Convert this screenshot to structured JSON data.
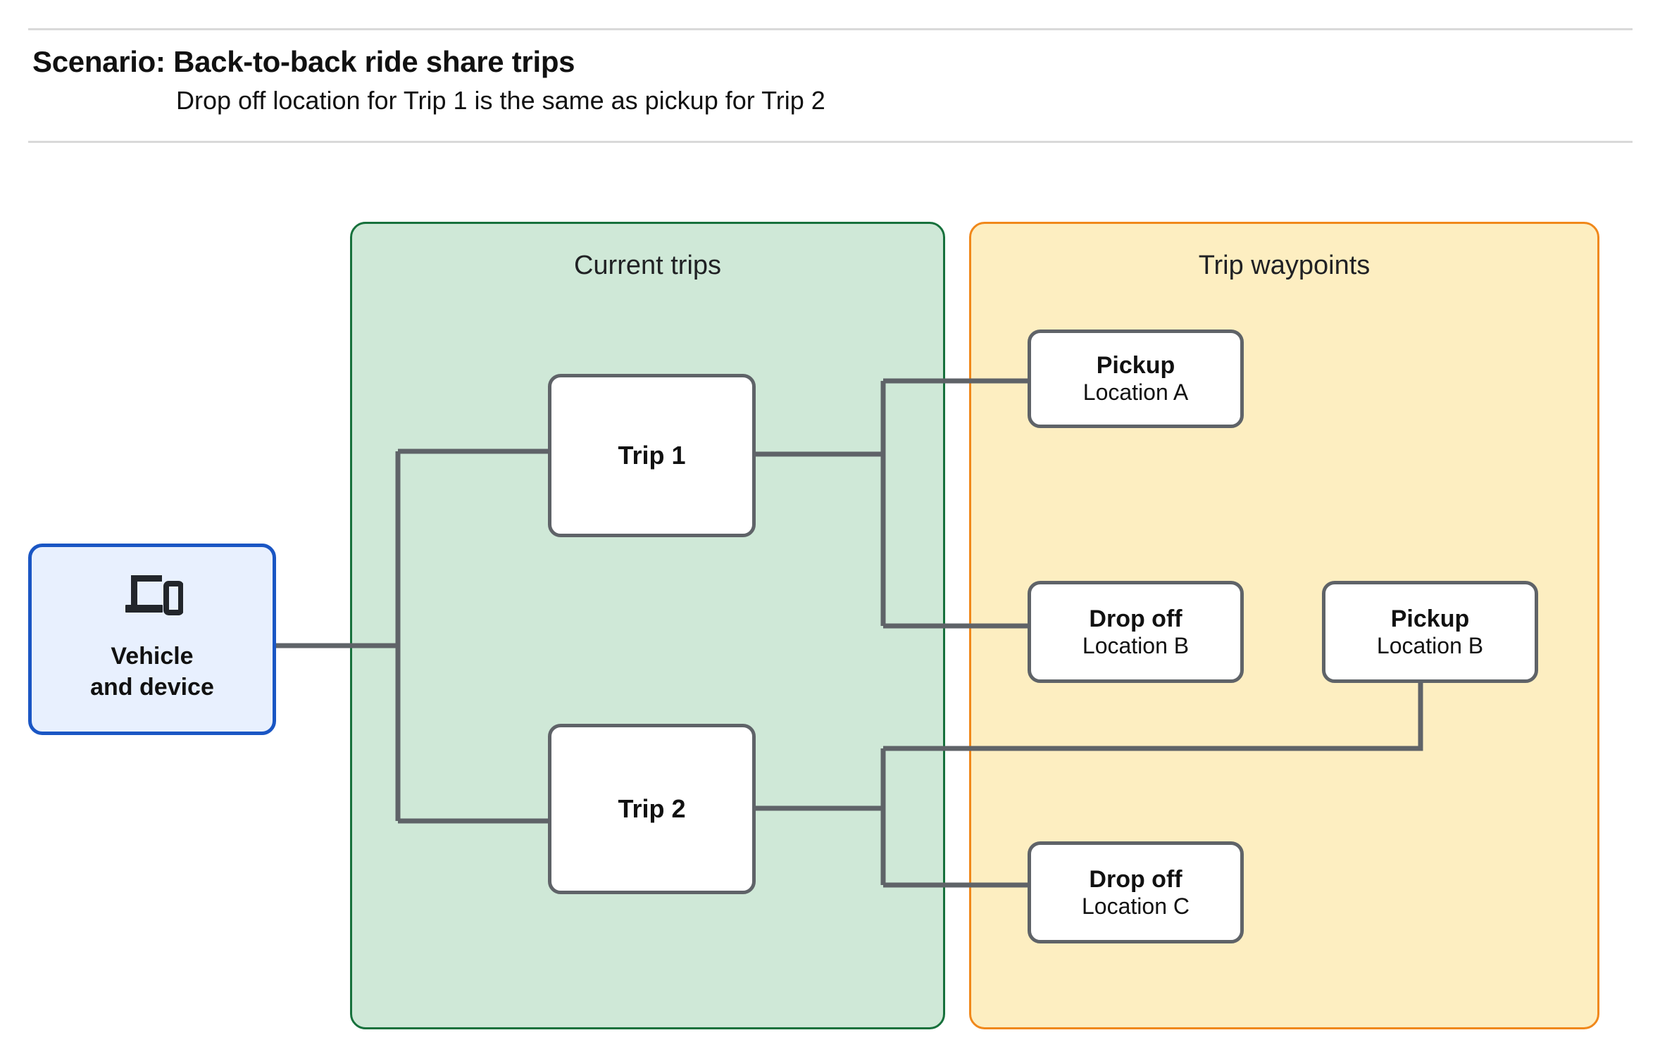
{
  "header": {
    "title": "Scenario: Back-to-back ride share trips",
    "subtitle": "Drop off  location for Trip 1 is the same as pickup for Trip 2"
  },
  "panels": {
    "current_trips": {
      "title": "Current trips",
      "fill": "#cfe8d7",
      "border": "#17713c"
    },
    "trip_waypoints": {
      "title": "Trip waypoints",
      "fill": "#fdeec1",
      "border": "#f0881b"
    }
  },
  "vehicle_node": {
    "icon": "devices-icon",
    "label": "Vehicle\nand device",
    "fill": "#e8f0fe",
    "border": "#1a56c4"
  },
  "trips": [
    {
      "id": "trip-1",
      "label": "Trip 1"
    },
    {
      "id": "trip-2",
      "label": "Trip 2"
    }
  ],
  "waypoints": [
    {
      "id": "pickup-a",
      "type": "Pickup",
      "location": "Location A"
    },
    {
      "id": "dropoff-b",
      "type": "Drop off",
      "location": "Location B"
    },
    {
      "id": "pickup-b",
      "type": "Pickup",
      "location": "Location B"
    },
    {
      "id": "dropoff-c",
      "type": "Drop off",
      "location": "Location C"
    }
  ],
  "style": {
    "node_border": "#5f6368",
    "node_fill": "#ffffff",
    "wire_color": "#5f6368",
    "rule_color": "#d9d9d9",
    "text_color": "#111111"
  }
}
